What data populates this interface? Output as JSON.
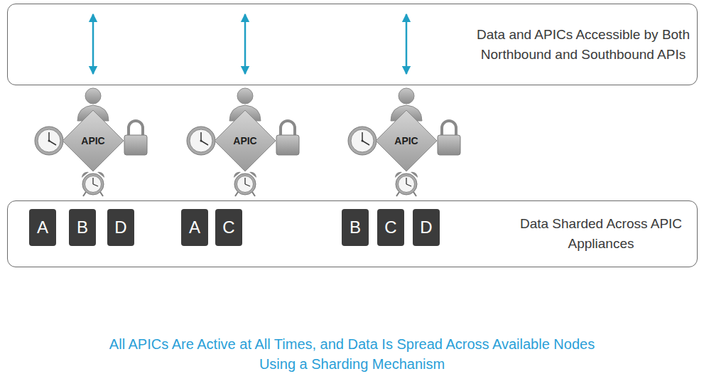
{
  "diagram": {
    "caption": "All APICs Are Active at All Times, and Data Is Spread Across Available Nodes Using a Sharding Mechanism",
    "nodes": [
      {
        "text": [
          "Data and APICs Accessible by Both Northbound and Southbound APIs"
        ]
      },
      {
        "text": [
          "APIC"
        ]
      },
      {
        "text": [
          "APIC"
        ]
      },
      {
        "text": [
          "APIC"
        ]
      },
      {
        "text": [
          "Data Sharded Across APIC Appliances"
        ]
      },
      {
        "text": [
          "A"
        ],
        "in": 4
      },
      {
        "text": [
          "B"
        ],
        "in": 4
      },
      {
        "text": [
          "D"
        ],
        "in": 4
      },
      {
        "text": [
          "A"
        ],
        "in": 4
      },
      {
        "text": [
          "C"
        ],
        "in": 4
      },
      {
        "text": [
          "B"
        ],
        "in": 4
      },
      {
        "text": [
          "C"
        ],
        "in": 4
      },
      {
        "text": [
          "D"
        ],
        "in": 4
      }
    ]
  }
}
